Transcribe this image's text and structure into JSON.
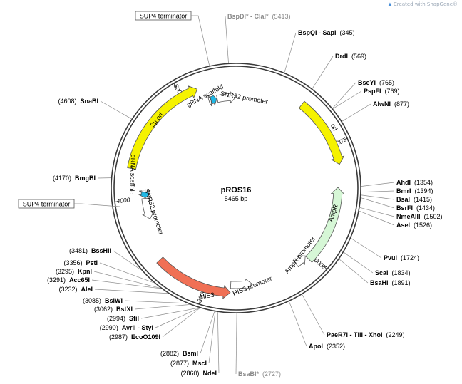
{
  "credit": {
    "text": "Created with SnapGene®",
    "icon": "snapgene-logo-icon"
  },
  "plasmid": {
    "name": "pROS16",
    "size_label": "5465 bp",
    "length": 5465
  },
  "ticks": [
    {
      "pos": 1000,
      "label": "1000"
    },
    {
      "pos": 2000,
      "label": "2000"
    },
    {
      "pos": 3000,
      "label": "3000"
    },
    {
      "pos": 4000,
      "label": "4000"
    },
    {
      "pos": 5000,
      "label": "5000"
    }
  ],
  "colors": {
    "yellow": "#f5f200",
    "green": "#d6f7d6",
    "orange": "#f07055",
    "cyan": "#1fb8e6",
    "white": "#ffffff",
    "outline": "#555555",
    "leader": "#8c8c8c",
    "grey_text": "#8a8a8a"
  },
  "sites": [
    {
      "name": "BspDI* - ClaI*",
      "pos": "(5413)",
      "grey": true
    },
    {
      "name": "BspQI - SapI",
      "pos": "(345)"
    },
    {
      "name": "DrdI",
      "pos": "(569)"
    },
    {
      "name": "BseYI",
      "pos": "(765)"
    },
    {
      "name": "PspFI",
      "pos": "(769)"
    },
    {
      "name": "AlwNI",
      "pos": "(877)"
    },
    {
      "name": "AhdI",
      "pos": "(1354)"
    },
    {
      "name": "BmrI",
      "pos": "(1394)"
    },
    {
      "name": "BsaI",
      "pos": "(1415)"
    },
    {
      "name": "BsrFI",
      "pos": "(1434)"
    },
    {
      "name": "NmeAIII",
      "pos": "(1502)"
    },
    {
      "name": "AseI",
      "pos": "(1526)"
    },
    {
      "name": "PvuI",
      "pos": "(1724)"
    },
    {
      "name": "ScaI",
      "pos": "(1834)"
    },
    {
      "name": "BsaHI",
      "pos": "(1891)"
    },
    {
      "name": "PaeR7I - TliI - XhoI",
      "pos": "(2249)"
    },
    {
      "name": "ApoI",
      "pos": "(2352)"
    },
    {
      "name": "BsaBI*",
      "pos": "(2727)",
      "grey": true
    },
    {
      "name": "NdeI",
      "pos": "(2860)"
    },
    {
      "name": "MscI",
      "pos": "(2877)"
    },
    {
      "name": "BsmI",
      "pos": "(2882)"
    },
    {
      "name": "EcoO109I",
      "pos": "(2987)"
    },
    {
      "name": "AvrII - StyI",
      "pos": "(2990)"
    },
    {
      "name": "SfiI",
      "pos": "(2994)"
    },
    {
      "name": "BstXI",
      "pos": "(3062)"
    },
    {
      "name": "BsiWI",
      "pos": "(3085)"
    },
    {
      "name": "AleI",
      "pos": "(3232)"
    },
    {
      "name": "Acc65I",
      "pos": "(3291)"
    },
    {
      "name": "KpnI",
      "pos": "(3295)"
    },
    {
      "name": "PstI",
      "pos": "(3356)"
    },
    {
      "name": "BssHII",
      "pos": "(3481)"
    },
    {
      "name": "BmgBI",
      "pos": "(4170)"
    },
    {
      "name": "SnaBI",
      "pos": "(4608)"
    }
  ],
  "features": [
    {
      "name": "ori",
      "start": 580,
      "end": 1170,
      "dir": 1,
      "color": "yellow",
      "inner": true
    },
    {
      "name": "AmpR",
      "start": 1360,
      "end": 2040,
      "dir": -1,
      "color": "green",
      "inner": true
    },
    {
      "name": "AmpR promoter",
      "start": 2040,
      "end": 2150,
      "dir": -1,
      "color": "white",
      "inner": true
    },
    {
      "name": "HIS3 promoter",
      "start": 2590,
      "end": 2780,
      "dir": -1,
      "color": "white",
      "inner": false
    },
    {
      "name": "HIS3",
      "start": 2780,
      "end": 3440,
      "dir": -1,
      "color": "orange",
      "inner": true
    },
    {
      "name": "SNR52 promoter",
      "start": 3800,
      "end": 4000,
      "dir": -1,
      "color": "white",
      "inner": false
    },
    {
      "name": "gRNA scaffold",
      "start": 4005,
      "end": 4060,
      "dir": -1,
      "color": "cyan",
      "inner": false
    },
    {
      "name": "SUP4 terminator",
      "start": 4060,
      "end": 4080,
      "dir": -1,
      "color": "white",
      "inner": false,
      "boxed": true
    },
    {
      "name": "2µ ori",
      "start": 4260,
      "end": 5140,
      "dir": 1,
      "color": "yellow",
      "inner": true
    },
    {
      "name": "SUP4 terminator",
      "start": 5205,
      "end": 5225,
      "dir": 1,
      "color": "white",
      "inner": false,
      "boxed": true
    },
    {
      "name": "gRNA scaffold",
      "start": 5225,
      "end": 5280,
      "dir": 1,
      "color": "cyan",
      "inner": false
    },
    {
      "name": "SNR52 promoter",
      "start": 5285,
      "end": 5465,
      "dir": 1,
      "color": "white",
      "inner": false
    }
  ]
}
